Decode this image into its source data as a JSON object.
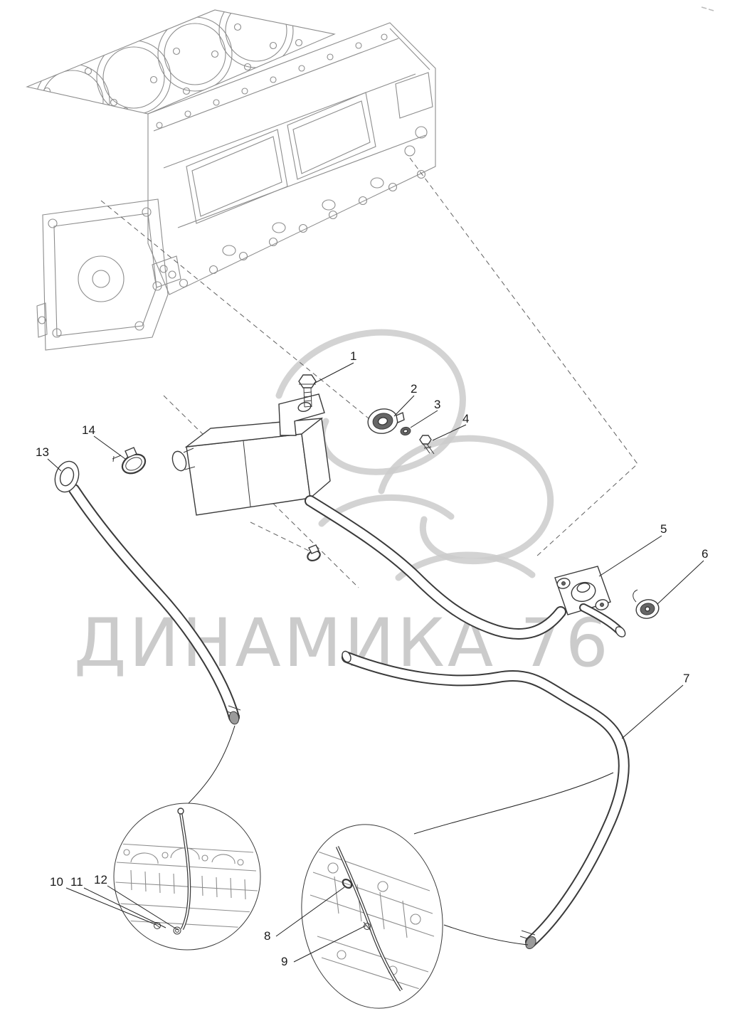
{
  "watermark": {
    "text": "ДИНАМИКА 76"
  },
  "callouts": [
    "1",
    "2",
    "3",
    "4",
    "5",
    "6",
    "7",
    "8",
    "9",
    "10",
    "11",
    "12",
    "13",
    "14"
  ],
  "colors": {
    "background": "#ffffff",
    "engine_line": "#8d8d8d",
    "part_line": "#3a3a3a",
    "dash_line": "#606060",
    "leader_line": "#222222",
    "watermark_gray": "#cbcbcb",
    "callout_text": "#1a1a1a"
  }
}
